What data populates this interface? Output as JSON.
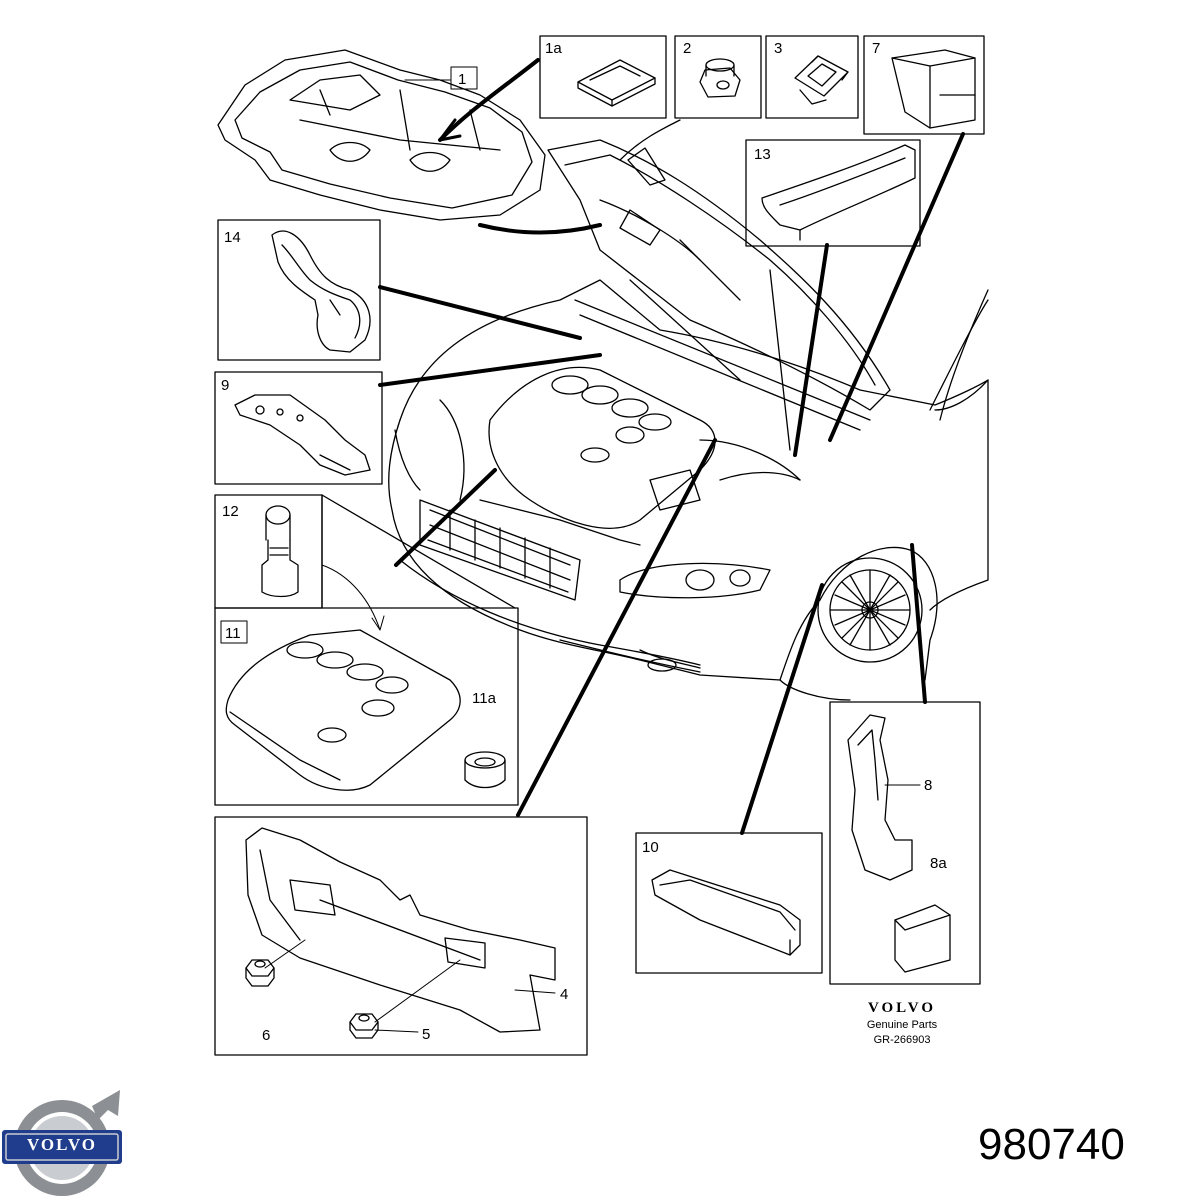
{
  "callouts": {
    "c1": "1",
    "c1a": "1a",
    "c2": "2",
    "c3": "3",
    "c4": "4",
    "c5": "5",
    "c6": "6",
    "c7": "7",
    "c8": "8",
    "c8a": "8a",
    "c9": "9",
    "c10": "10",
    "c11": "11",
    "c11a": "11a",
    "c12": "12",
    "c13": "13",
    "c14": "14"
  },
  "footer": {
    "brand": "VOLVO",
    "genuine": "Genuine Parts",
    "ref": "GR-266903"
  },
  "logo": {
    "wordmark": "VOLVO"
  },
  "part_number": "980740",
  "colors": {
    "line": "#000000",
    "logo_steel": "#8c8f93",
    "logo_blue": "#1f3d8c"
  }
}
